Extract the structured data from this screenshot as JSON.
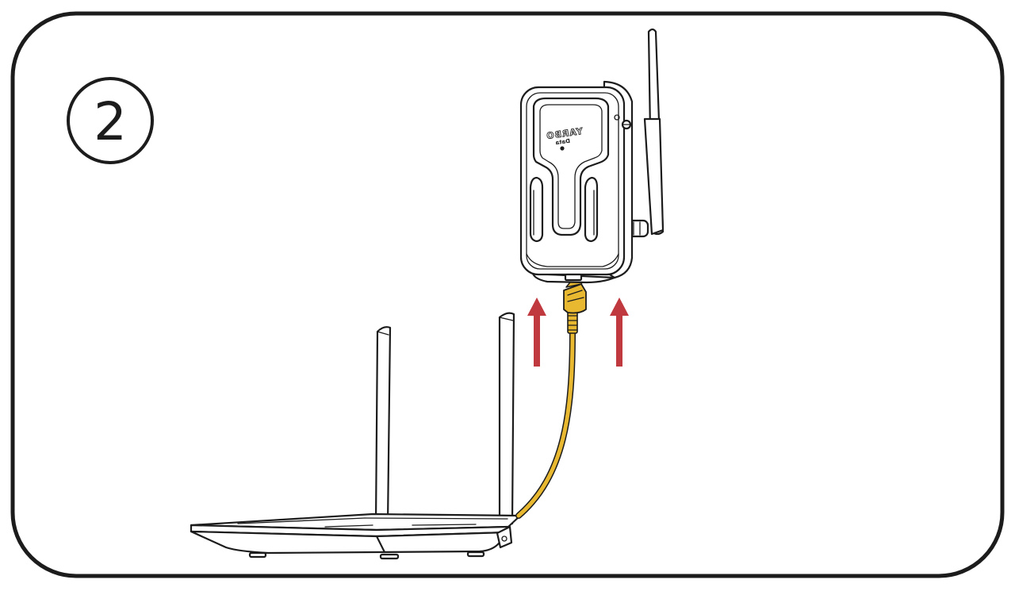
{
  "step": {
    "number": "2"
  },
  "device": {
    "brand": "YARBO",
    "model": "Data"
  },
  "colors": {
    "outline": "#1c1c1c",
    "cable": "#e8b830",
    "arrow": "#c0393f",
    "background": "#ffffff"
  },
  "icons": {
    "step_badge": "circled-number-icon",
    "arrows": "arrow-up-icon",
    "router": "router-illustration",
    "device": "data-module-illustration",
    "cable": "ethernet-cable-illustration"
  }
}
